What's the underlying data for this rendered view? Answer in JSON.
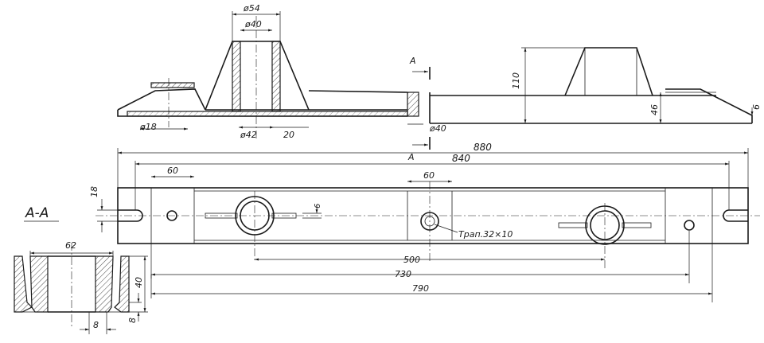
{
  "drawing": {
    "section_label": "A-A",
    "cut_marker": "A",
    "dims": {
      "d54": "ø54",
      "d40_top": "ø40",
      "d42": "ø42",
      "w20": "20",
      "d18": "ø18",
      "d40_right": "ø40",
      "h110": "110",
      "h46": "46",
      "h6_side": "6",
      "L880": "880",
      "L840": "840",
      "w60_left": "60",
      "w60_mid": "60",
      "w18": "18",
      "w6_slot": "6",
      "thread": "Трап.32×10",
      "L500": "500",
      "L730": "730",
      "L790": "790",
      "s62": "62",
      "s40": "40",
      "s8_bottom": "8",
      "s8_side": "8"
    }
  }
}
